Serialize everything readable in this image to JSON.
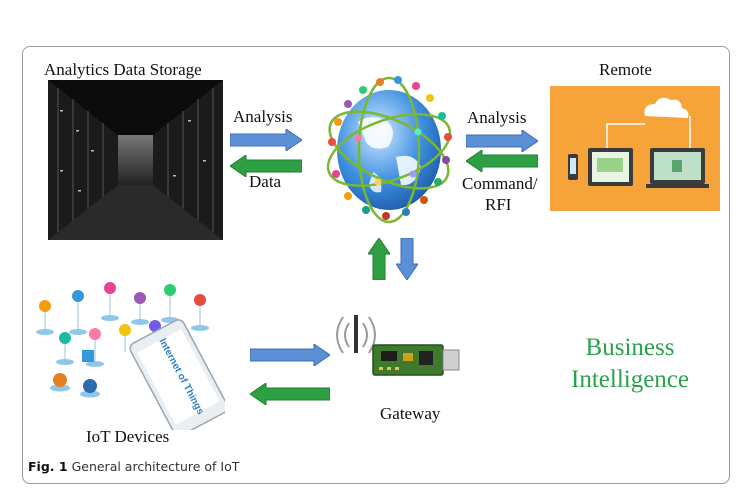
{
  "labels": {
    "storage": "Analytics Data Storage",
    "remote": "Remote",
    "analysis_left": "Analysis",
    "data_left": "Data",
    "analysis_right": "Analysis",
    "command_right": "Command/",
    "rfi_right": "RFI",
    "gateway": "Gateway",
    "iot_devices": "IoT Devices",
    "business_line1": "Business",
    "business_line2": "Intelligence",
    "phone_text": "Internet of Things"
  },
  "caption": {
    "fig": "Fig. 1",
    "text": "General architecture of IoT"
  },
  "colors": {
    "blue_arrow": "#5b8fd6",
    "green_arrow": "#2ea043",
    "business_green": "#2aa14a",
    "remote_bg": "#f6a33a"
  }
}
